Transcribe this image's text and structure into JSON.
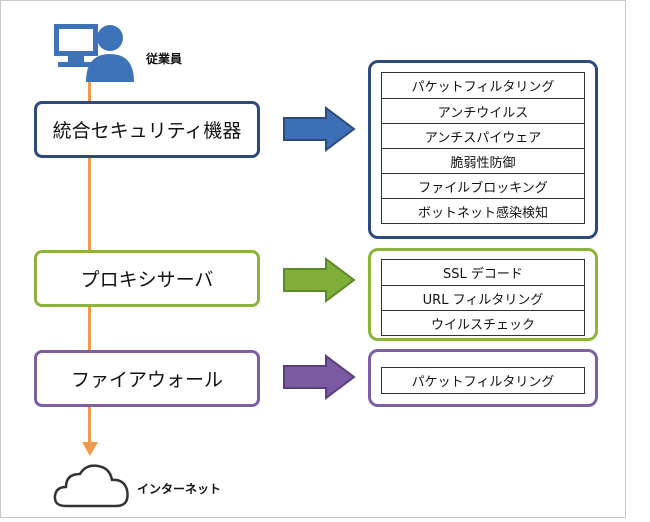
{
  "employee_label": "従業員",
  "internet_label": "インターネット",
  "devices": [
    {
      "name": "統合セキュリティ機器",
      "features": [
        "パケットフィルタリング",
        "アンチウイルス",
        "アンチスパイウェア",
        "脆弱性防御",
        "ファイルブロッキング",
        "ボットネット感染検知"
      ]
    },
    {
      "name": "プロキシサーバ",
      "features": [
        "SSL デコード",
        "URL フィルタリング",
        "ウイルスチェック"
      ]
    },
    {
      "name": "ファイアウォール",
      "features": [
        "パケットフィルタリング"
      ]
    }
  ],
  "colors": {
    "utm": "#2e4a7a",
    "proxy": "#8cb43c",
    "firewall": "#7d5fa3",
    "flow_line": "#ef9a4c",
    "utm_arrow": "#3d6fb6",
    "proxy_arrow": "#7fae3a",
    "firewall_arrow": "#7a5aa0",
    "user_icon": "#3f73b8"
  }
}
